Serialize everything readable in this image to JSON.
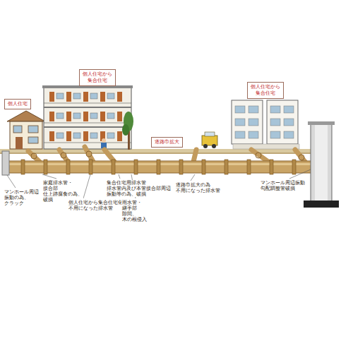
{
  "diagram": {
    "nodes": [
      {
        "text": [
          "個人住宅から 集合住宅"
        ]
      },
      {
        "text": [
          "個人住宅から 集合住宅"
        ]
      },
      {
        "text": [
          "個人住宅"
        ]
      },
      {
        "text": [
          "道路巾拡大"
        ]
      }
    ],
    "labels": [
      "家庭排水管・接合部 仕上跡腐食の為、破損",
      "集合住宅用排水管 排水管内及び本管接合部周辺 振動等の為、破損",
      "道路巾拡大の為 不用になった排水管",
      "マンホール周辺振動 勾配調整管破損",
      "マンホール周辺 振動の為、クラック",
      "個人住宅から集合住宅化 不用になった排水管",
      "雨水管・継手部 隙間、木の根侵入"
    ]
  }
}
